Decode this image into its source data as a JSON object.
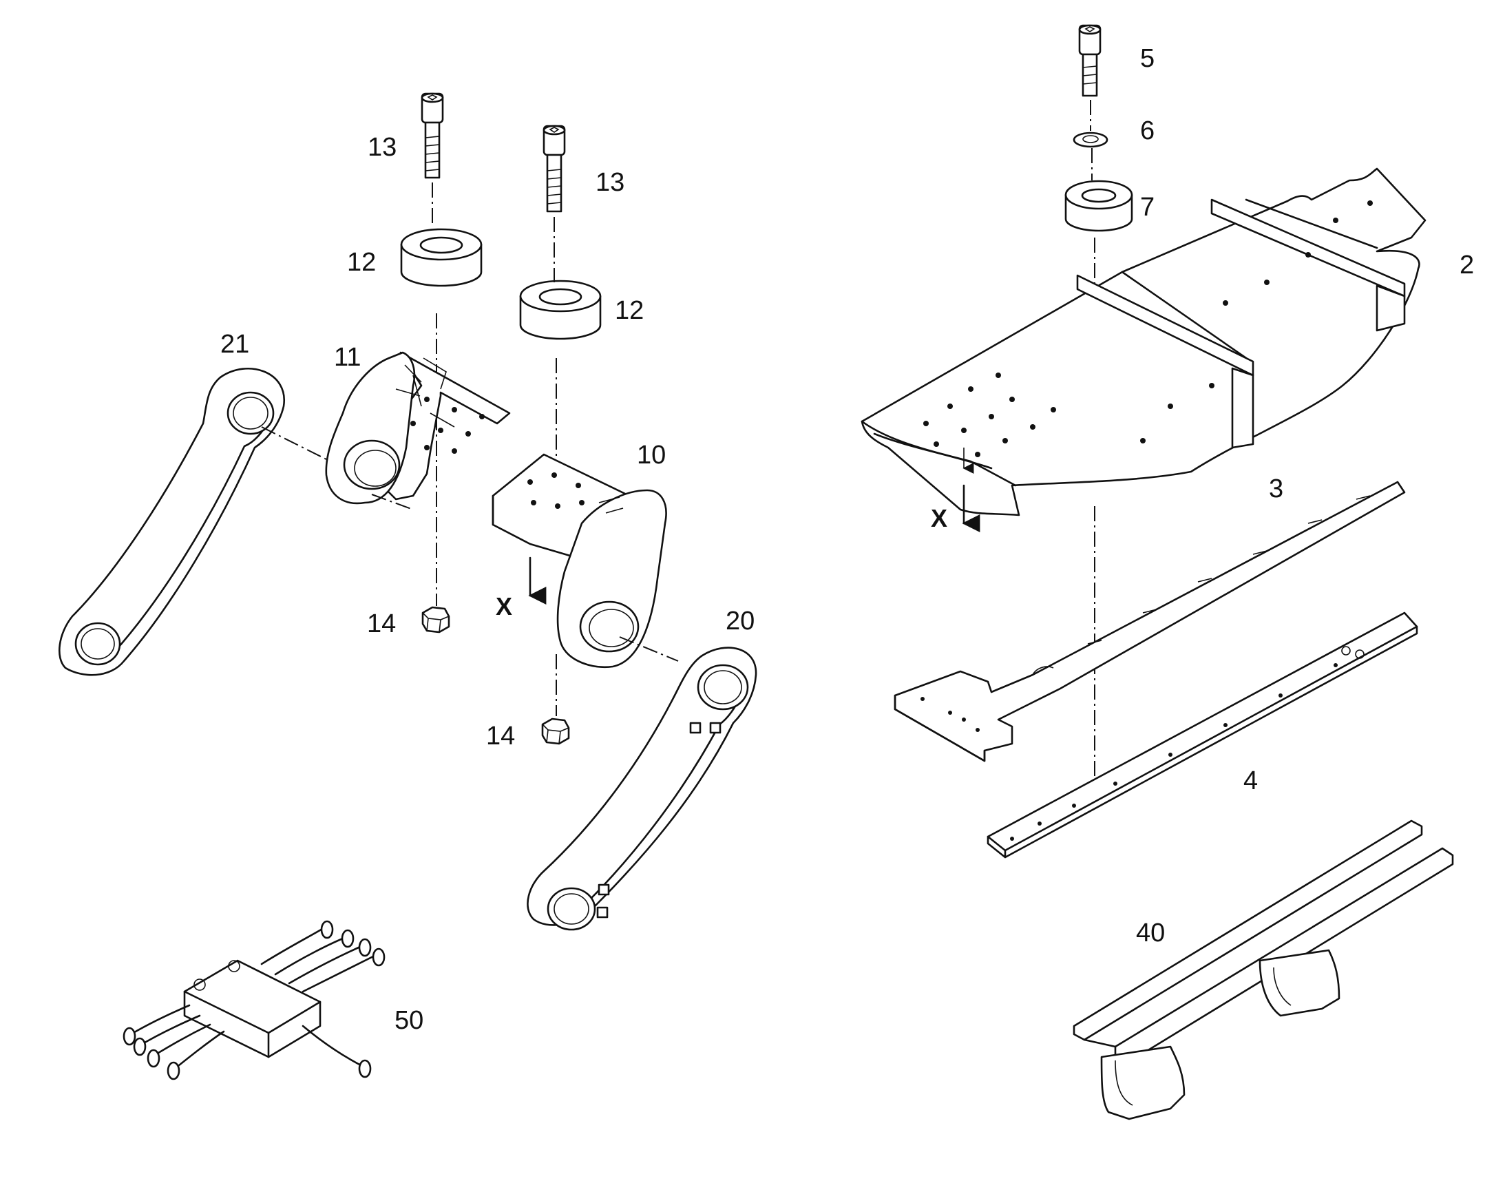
{
  "labels": {
    "p2": "2",
    "p3": "3",
    "p4": "4",
    "p5": "5",
    "p6": "6",
    "p7": "7",
    "p10": "10",
    "p11": "11",
    "p12a": "12",
    "p12b": "12",
    "p13a": "13",
    "p13b": "13",
    "p14a": "14",
    "p14b": "14",
    "p20": "20",
    "p21": "21",
    "p40": "40",
    "p50": "50"
  },
  "view_markers": {
    "x1": "X",
    "x2": "X"
  },
  "colors": {
    "line": "#111111",
    "background": "#ffffff"
  }
}
